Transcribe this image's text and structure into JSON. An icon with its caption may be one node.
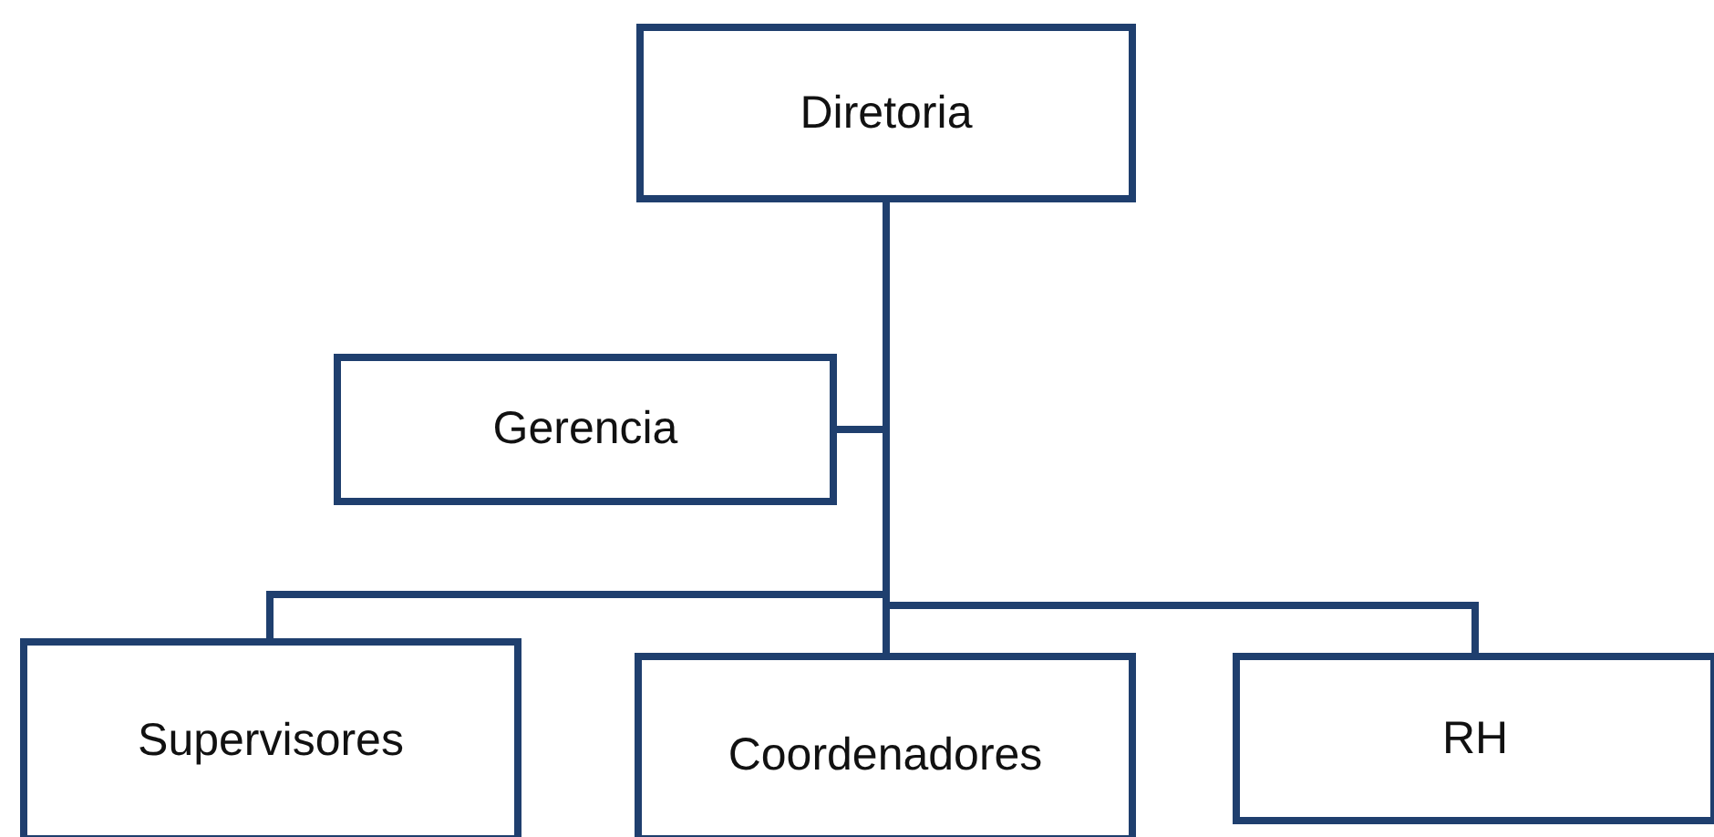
{
  "diagram": {
    "nodes": [
      {
        "text": [
          "Diretoria"
        ]
      },
      {
        "text": [
          "Gerencia"
        ]
      },
      {
        "text": [
          "Supervisores"
        ]
      },
      {
        "text": [
          "Coordenadores"
        ]
      },
      {
        "text": [
          "RH"
        ]
      }
    ],
    "edges": [
      {
        "from": 0,
        "to": 1,
        "arrow": "none"
      },
      {
        "from": 0,
        "to": 2,
        "arrow": "none"
      },
      {
        "from": 0,
        "to": 3,
        "arrow": "none"
      },
      {
        "from": 0,
        "to": 4,
        "arrow": "none"
      }
    ]
  }
}
